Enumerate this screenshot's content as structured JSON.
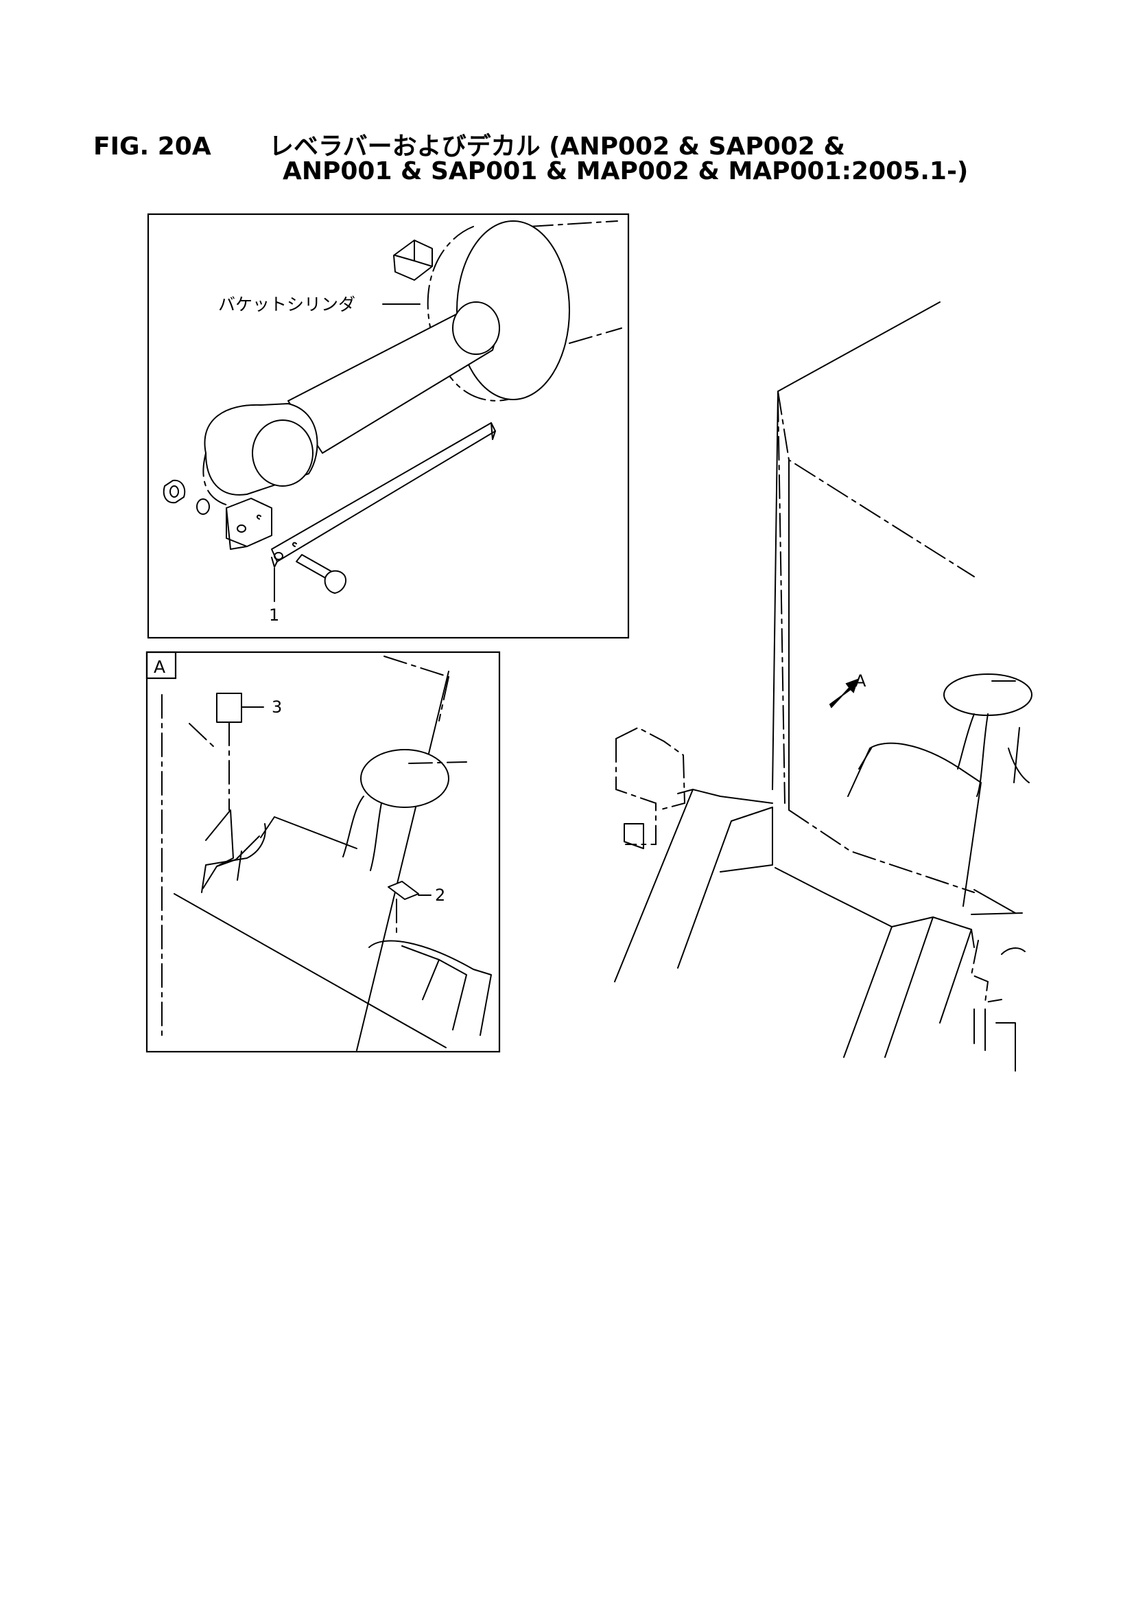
{
  "title": {
    "figure": "FIG. 20A",
    "line1": "レベラバーおよびデカル (ANP002 & SAP002 &",
    "line2": "ANP001 & SAP001 & MAP002 & MAP001:2005.1-)"
  },
  "callouts": {
    "bucket_cylinder": "バケットシリンダ",
    "part1": "1",
    "part2": "2",
    "part3": "3",
    "detail_tag": "A",
    "arrow_tag": "A"
  }
}
